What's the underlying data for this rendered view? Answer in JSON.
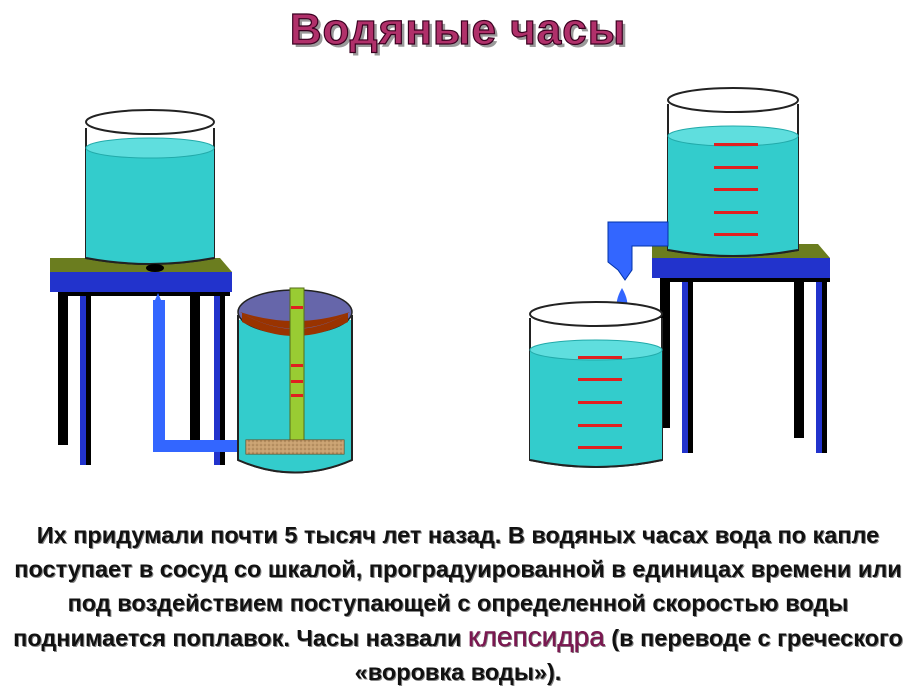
{
  "title": "Водяные часы",
  "caption": {
    "before": "Их придумали почти 5 тысяч лет назад. В водяных часах вода по капле поступает в сосуд со шкалой, проградуированной в единицах времени или под воздействием поступающей с определенной скоростью воды поднимается поплавок. Часы назвали ",
    "term": "клепсидра",
    "after": " (в переводе с греческого «воровка воды»)."
  },
  "colors": {
    "title": "#b0306a",
    "water": "#33cccc",
    "stand": "#2233cc",
    "stand_top": "#6b7d1f",
    "scale_mark": "#e02020",
    "float_top": "#993300",
    "rod": "#99cc33",
    "base_plate": "#c8a070",
    "highlight": "#7a1850"
  },
  "illustrations": {
    "left": [
      "water-reservoir-icon",
      "stand-icon",
      "pipe-icon",
      "float-cylinder-icon"
    ],
    "right": [
      "graduated-vessel-icon",
      "stand-icon",
      "spout-icon",
      "water-drop-icon",
      "receiving-vessel-icon"
    ]
  }
}
